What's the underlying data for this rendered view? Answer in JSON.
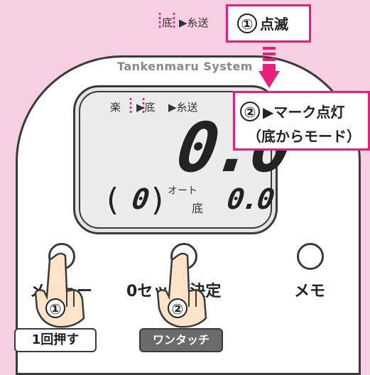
{
  "device": {
    "brand": "Tankenmaru System"
  },
  "top_indicator": {
    "bottom": "底",
    "arrow_send": "▶糸送"
  },
  "callout1": {
    "number": "①",
    "text": "点滅"
  },
  "callout2": {
    "number": "②",
    "line1": "▶マーク点灯",
    "line2": "（底からモード）"
  },
  "lcd": {
    "raku": "楽",
    "bottom_marker": "▶底",
    "send_marker": "▶糸送",
    "main_value": "0.0",
    "bracket_value": "0",
    "auto_label": "オート",
    "bottom_label": "底",
    "sub_value": "0.0",
    "paren_open": "(",
    "paren_close": ")"
  },
  "buttons": {
    "menu": "メニュー",
    "zero_set": "0セット/決定",
    "memo": "メモ"
  },
  "hand_steps": {
    "left": "①",
    "right": "②"
  },
  "tags": {
    "press_once": "1回押す",
    "one_touch": "ワンタッチ"
  },
  "colors": {
    "background": "#f6cfe2",
    "accent": "#e8207a",
    "lcd": "#e4e4e4",
    "tag_gray": "#6b6b6b"
  }
}
